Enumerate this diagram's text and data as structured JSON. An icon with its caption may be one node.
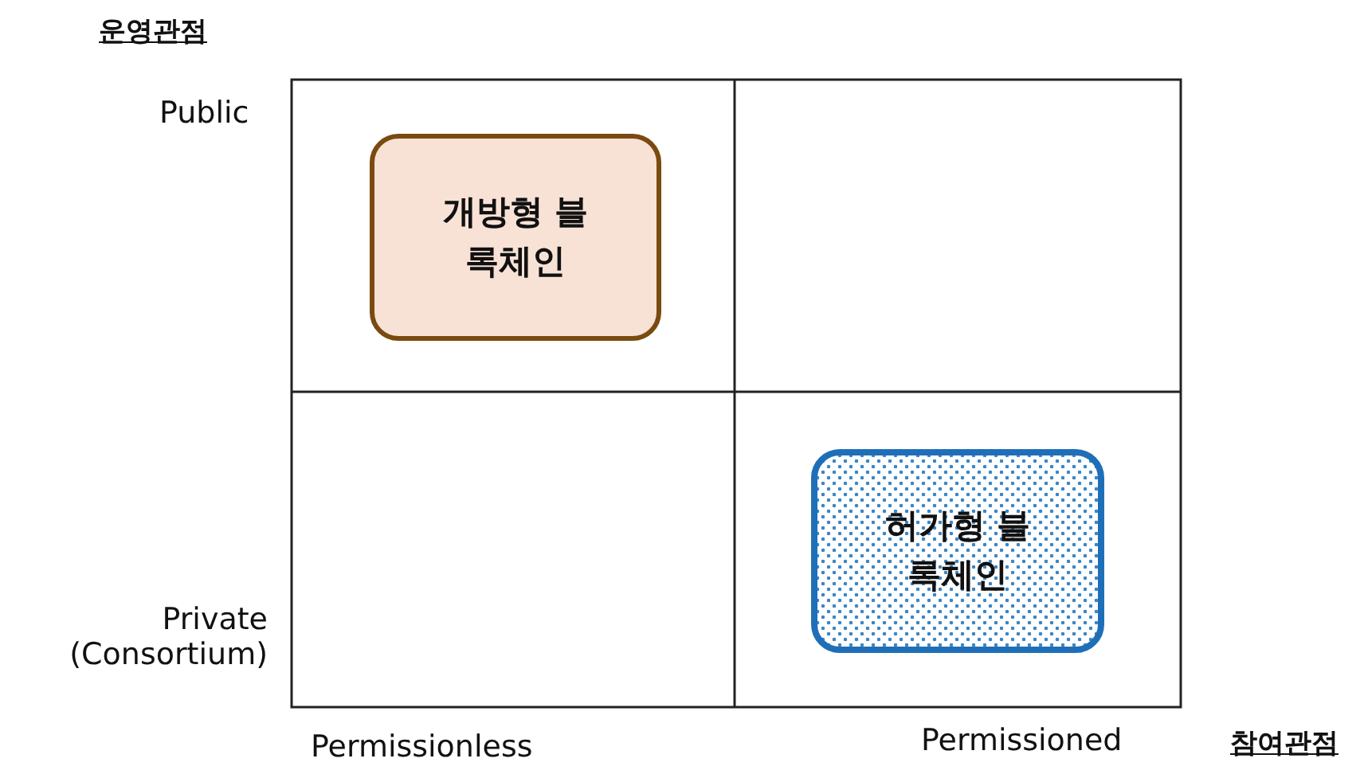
{
  "diagram": {
    "nodes": [
      {
        "text": [
          "개방형 블록체인"
        ]
      },
      {
        "text": [
          "허가형 블록체인"
        ]
      }
    ],
    "labels": [
      "운영관점",
      "Public",
      "Private (Consortium)",
      "Permissionless",
      "Permissioned",
      "참여관점"
    ]
  }
}
